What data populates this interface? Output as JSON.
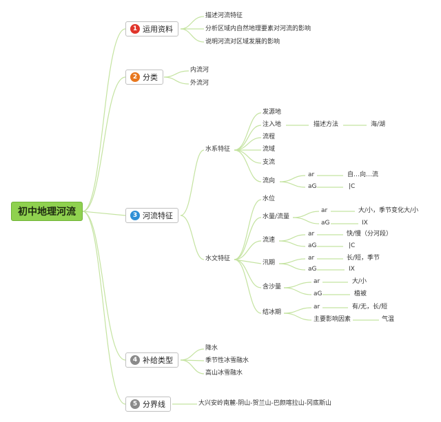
{
  "root": "初中地理河流",
  "branches": {
    "b1": {
      "num": "1",
      "label": "运用资料",
      "color": "#e0352b",
      "items": [
        "描述河流特征",
        "分析区域内自然地理要素对河流的影响",
        "说明河流对区域发展的影响"
      ]
    },
    "b2": {
      "num": "2",
      "label": "分类",
      "color": "#e8771e",
      "items": [
        "内流河",
        "外流河"
      ]
    },
    "b3": {
      "num": "3",
      "label": "河流特征",
      "color": "#2e8fd6",
      "shuixi": {
        "label": "水系特征",
        "items": [
          "发源地",
          "注入地",
          "流程",
          "流域",
          "支流",
          "流向"
        ],
        "method": "描述方法",
        "method_value": "海/湖",
        "liuxiang_ar": "ar",
        "liuxiang_ar_v": "自…向…流",
        "liuxiang_ag": "aG",
        "liuxiang_ag_v": "|C"
      },
      "shuiwen": {
        "label": "水文特征",
        "items": [
          "水位",
          "水量/流量",
          "流速",
          "汛期",
          "含沙量",
          "结冰期"
        ],
        "rows": [
          {
            "a": "ar",
            "av": "大/小，季节变化大/小",
            "b": "aG",
            "bv": "IX"
          },
          {
            "a": "ar",
            "av": "快/慢（分河段）",
            "b": "aG",
            "bv": "|C"
          },
          {
            "a": "ar",
            "av": "长/短，季节",
            "b": "aG",
            "bv": "IX"
          },
          {
            "a": "ar",
            "av": "大/小",
            "b": "aG",
            "bv": "植被"
          },
          {
            "a": "ar",
            "av": "有/无，长/短",
            "b": "主要影响因素",
            "bv": "气温"
          }
        ]
      }
    },
    "b4": {
      "num": "4",
      "label": "补给类型",
      "color": "#8a8a8a",
      "items": [
        "降水",
        "季节性冰雪融水",
        "高山冰雪融水"
      ]
    },
    "b5": {
      "num": "5",
      "label": "分界线",
      "color": "#8a8a8a",
      "items": [
        "大兴安岭南麓-阴山-贺兰山-巴颜喀拉山-冈底斯山"
      ]
    }
  }
}
